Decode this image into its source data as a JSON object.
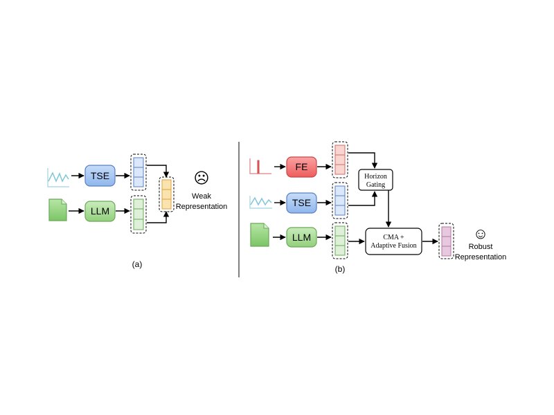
{
  "panel_a": {
    "caption": "(a)",
    "tse_label": "TSE",
    "llm_label": "LLM",
    "outcome_emoji": "☹",
    "outcome_line1": "Weak",
    "outcome_line2": "Representation"
  },
  "panel_b": {
    "caption": "(b)",
    "fe_label": "FE",
    "tse_label": "TSE",
    "llm_label": "LLM",
    "gating_line1": "Horizon",
    "gating_line2": "Gating",
    "fusion_line1": "CMA +",
    "fusion_line2": "Adaptive Fusion",
    "outcome_emoji": "☺",
    "outcome_line1": "Robust",
    "outcome_line2": "Representation"
  },
  "colors": {
    "tse_fill": "#9dc3f2",
    "tse_stroke": "#5a7fbf",
    "llm_fill": "#a8dc96",
    "llm_stroke": "#6aa85a",
    "fe_fill": "#f26d6d",
    "fe_stroke": "#c84848",
    "blue_vec": "#dbe8fb",
    "green_vec": "#dff0d8",
    "orange_vec": "#fbe3b0",
    "red_vec": "#f9d5cf",
    "pink_vec": "#e8c8de",
    "wave": "#7fc6d8"
  }
}
